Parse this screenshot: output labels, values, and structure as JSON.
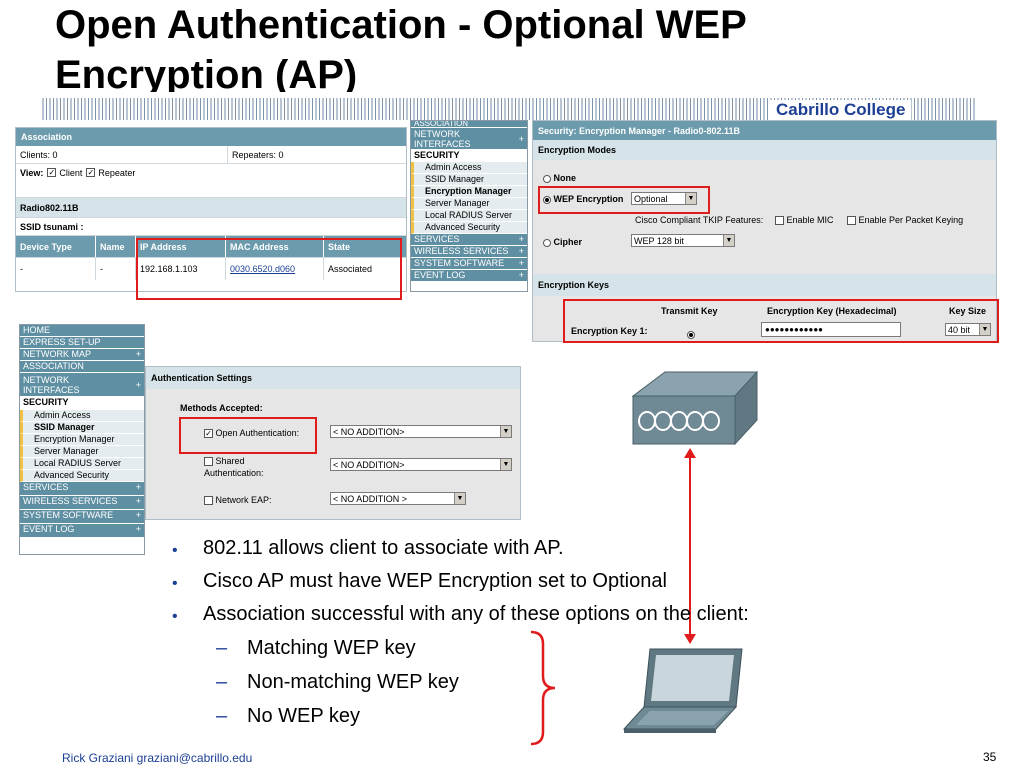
{
  "slide": {
    "title_line1": "Open Authentication - Optional WEP",
    "title_line2": "Encryption (AP)",
    "college": "Cabrillo College",
    "footer_author": "Rick Graziani  graziani@cabrillo.edu",
    "page_number": "35"
  },
  "association": {
    "header": "Association",
    "clients": "Clients: 0",
    "repeaters": "Repeaters: 0",
    "view_label": "View:",
    "view_client": "Client",
    "view_repeater": "Repeater",
    "radio_header": "Radio802.11B",
    "ssid": "SSID tsunami :",
    "columns": [
      "Device Type",
      "Name",
      "IP Address",
      "MAC Address",
      "State"
    ],
    "row": [
      "-",
      "-",
      "192.168.1.103",
      "0030.6520.d060",
      "Associated"
    ]
  },
  "nav_top": {
    "items": [
      "ASSOCIATION",
      "NETWORK INTERFACES",
      "SECURITY",
      "Admin Access",
      "SSID Manager",
      "Encryption Manager",
      "Server Manager",
      "Local RADIUS Server",
      "Advanced Security",
      "SERVICES",
      "WIRELESS SERVICES",
      "SYSTEM SOFTWARE",
      "EVENT LOG"
    ]
  },
  "encryption": {
    "header": "Security: Encryption Manager - Radio0-802.11B",
    "modes_header": "Encryption Modes",
    "none": "None",
    "wep": "WEP Encryption",
    "wep_value": "Optional",
    "tkip": "Cisco Compliant TKIP Features:",
    "mic": "Enable MIC",
    "ppk": "Enable Per Packet Keying",
    "cipher": "Cipher",
    "cipher_value": "WEP 128 bit",
    "keys_header": "Encryption Keys",
    "col_transmit": "Transmit Key",
    "col_key": "Encryption Key (Hexadecimal)",
    "col_size": "Key Size",
    "key1": "Encryption Key 1:",
    "key1_value": "●●●●●●●●●●●●",
    "key1_size": "40 bit"
  },
  "nav_bottom": {
    "items": [
      "HOME",
      "EXPRESS SET-UP",
      "NETWORK MAP",
      "ASSOCIATION",
      "NETWORK INTERFACES",
      "SECURITY",
      "Admin Access",
      "SSID Manager",
      "Encryption Manager",
      "Server Manager",
      "Local RADIUS Server",
      "Advanced Security",
      "SERVICES",
      "WIRELESS SERVICES",
      "SYSTEM SOFTWARE",
      "EVENT LOG"
    ]
  },
  "auth": {
    "header": "Authentication Settings",
    "methods": "Methods Accepted:",
    "open": "Open Authentication:",
    "shared_1": "Shared",
    "shared_2": "Authentication:",
    "eap": "Network EAP:",
    "open_value": "< NO ADDITION>",
    "shared_value": "< NO ADDITION>",
    "eap_value": "< NO ADDITION >"
  },
  "bullets": [
    "802.11 allows client to associate with AP.",
    "Cisco AP must have WEP Encryption set to Optional",
    "Association successful with any of these options on the client:"
  ],
  "sub_bullets": [
    "Matching WEP key",
    "Non-matching WEP key",
    "No WEP key"
  ],
  "colors": {
    "accent_red": "#e01b1b",
    "teal": "#6b9bac",
    "navy": "#1c3f94"
  }
}
